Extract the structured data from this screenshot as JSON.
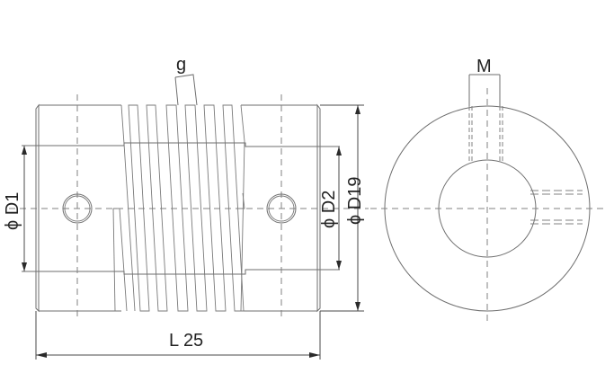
{
  "drawing": {
    "title": "Beam coupling dimension drawing",
    "views": [
      "side-view",
      "end-view"
    ]
  },
  "labels": {
    "slit_width": "g",
    "bore_1": "ϕ D1",
    "bore_2": "ϕ D2",
    "outer_diameter": "ϕ D19",
    "length": "L 25",
    "set_screw": "M"
  },
  "colors": {
    "line": "#6e6e6e",
    "dimension": "#4a4a4a",
    "text": "#222222",
    "background": "#ffffff"
  }
}
